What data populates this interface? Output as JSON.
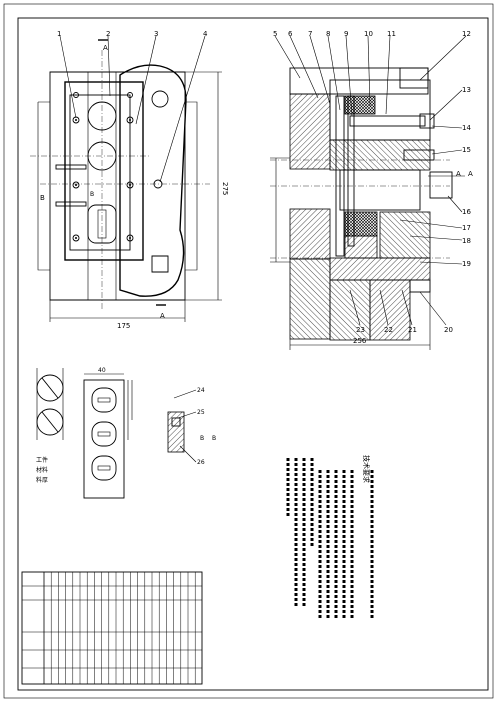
{
  "drawing": {
    "part_balloons_top": [
      "1",
      "2",
      "3",
      "4",
      "5",
      "6",
      "7",
      "8",
      "9",
      "10",
      "11",
      "12"
    ],
    "part_balloons_right": [
      "13",
      "14",
      "15",
      "16",
      "17",
      "18",
      "19"
    ],
    "part_balloons_bottom": [
      "20",
      "21",
      "22",
      "23"
    ],
    "detail_balloons": [
      "24",
      "25",
      "26"
    ],
    "plan_width_dim": "175",
    "plan_height_dim": "275",
    "section_width_dim": "256",
    "strip_width_dim": "40",
    "section_marks": [
      "A",
      "A",
      "B",
      "B",
      "A",
      "A",
      "B",
      "B"
    ],
    "notes_text": "技术要求",
    "small_labels": [
      "工件",
      "材料",
      "料厚"
    ]
  }
}
